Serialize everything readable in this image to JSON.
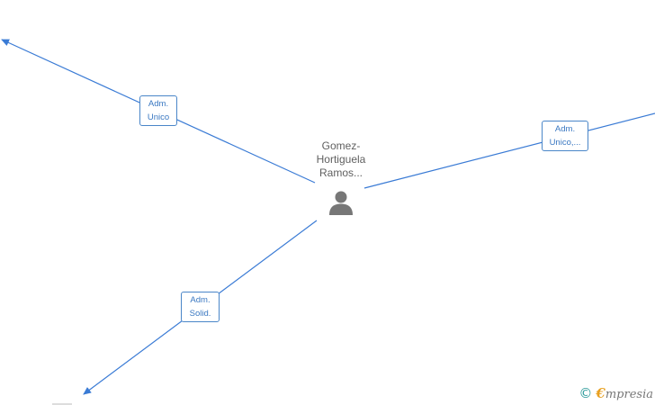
{
  "center_node": {
    "name_lines": [
      "Gomez-",
      "Hortiguela",
      "Ramos..."
    ],
    "icon": "person-icon"
  },
  "edges": [
    {
      "label_lines": [
        "Adm.",
        "Unico"
      ]
    },
    {
      "label_lines": [
        "Adm.",
        "Unico,..."
      ]
    },
    {
      "label_lines": [
        "Adm.",
        "Solid."
      ]
    }
  ],
  "watermark": {
    "copyright_symbol": "©",
    "brand_initial": "€",
    "brand_rest": "mpresia"
  },
  "colors": {
    "edge": "#3a7bd5",
    "label_border": "#4a86c8",
    "label_text": "#3a78c2",
    "node_text": "#606060",
    "icon": "#777777"
  }
}
